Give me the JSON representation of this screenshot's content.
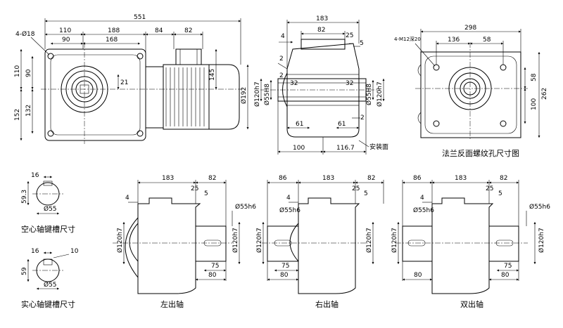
{
  "views": {
    "front": {
      "d_overall": "551",
      "d_110": "110",
      "d_188": "188",
      "d_84": "84",
      "d_82": "82",
      "d_90": "90",
      "d_168": "168",
      "d_holes": "4-Ø18",
      "d_v110": "110",
      "d_v90": "90",
      "d_v152": "152",
      "d_v132": "132",
      "d_145": "145",
      "d_192": "Ø192",
      "d_21": "21"
    },
    "section": {
      "d_183": "183",
      "d_82": "82",
      "d_4": "4",
      "d_25": "25",
      "d_5": "5",
      "d_2a": "2",
      "d_2b": "2",
      "d_2c": "2",
      "d_32a": "32",
      "d_32b": "32",
      "d_55h8_l": "Ø55H8",
      "d_55h8_r": "Ø55H8",
      "d_120h7_l": "Ø120h7",
      "d_120h7_r": "Ø120h7",
      "d_61a": "61",
      "d_61b": "61",
      "d_100": "100",
      "d_116": "116.7",
      "mount_face": "安装面"
    },
    "flange": {
      "d_298": "298",
      "d_136": "136",
      "d_58": "58",
      "d_v58": "58",
      "d_v100": "100",
      "d_262": "262",
      "d_holes": "4-M12深20",
      "caption": "法兰反面螺纹孔尺寸图"
    },
    "hollow_key": {
      "d_16": "16",
      "d_593": "59.3",
      "d_55": "Ø55",
      "caption": "空心轴键槽尺寸"
    },
    "solid_key": {
      "d_16": "16",
      "d_10": "10",
      "d_59": "59",
      "d_55": "Ø55",
      "caption": "实心轴键槽尺寸"
    },
    "left_out": {
      "d_183": "183",
      "d_82": "82",
      "d_4": "4",
      "d_25": "25",
      "d_5": "5",
      "d_55h6": "Ø55h6",
      "d_120h7_l": "Ø120h7",
      "d_120h7_r": "Ø120h7",
      "d_75": "75",
      "d_80": "80",
      "caption": "左出轴"
    },
    "right_out": {
      "d_86": "86",
      "d_183": "183",
      "d_82": "82",
      "d_4": "4",
      "d_25": "25",
      "d_5": "5",
      "d_55h6": "Ø55h6",
      "d_120h7_l": "Ø120h7",
      "d_120h7_r": "Ø120h7",
      "d_75": "75",
      "d_80": "80",
      "caption": "右出轴"
    },
    "double_out": {
      "d_86": "86",
      "d_183": "183",
      "d_82": "82",
      "d_4": "4",
      "d_25": "25",
      "d_5": "5",
      "d_55h6_l": "Ø55h6",
      "d_55h6_r": "Ø55h6",
      "d_120h7_l": "Ø120h7",
      "d_120h7_r": "Ø120h7",
      "d_75": "75",
      "d_80a": "80",
      "d_80b": "80",
      "caption": "双出轴"
    }
  }
}
